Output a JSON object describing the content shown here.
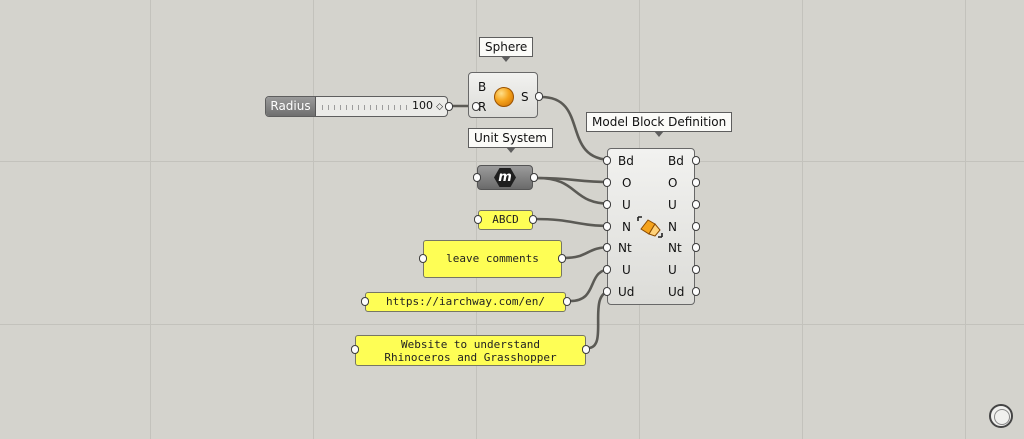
{
  "sphere": {
    "title": "Sphere",
    "inputs": [
      "B",
      "R"
    ],
    "output": "S"
  },
  "slider": {
    "label": "Radius",
    "value": "100",
    "handle": "◇"
  },
  "unit_system": {
    "title": "Unit System",
    "icon_letter": "m"
  },
  "model_block": {
    "title": "Model Block Definition",
    "inputs": [
      "Bd",
      "O",
      "U",
      "N",
      "Nt",
      "U",
      "Ud"
    ],
    "outputs": [
      "Bd",
      "O",
      "U",
      "N",
      "Nt",
      "U",
      "Ud"
    ]
  },
  "panels": {
    "abcd": "ABCD",
    "comments": "leave comments",
    "url": "https://iarchway.com/en/",
    "website_line1": "Website to understand",
    "website_line2": "Rhinoceros and Grasshopper"
  },
  "colors": {
    "canvas": "#d4d3cd",
    "panel": "#fefe55",
    "wire": "#5b5a55",
    "orb": "#f5a31c"
  }
}
